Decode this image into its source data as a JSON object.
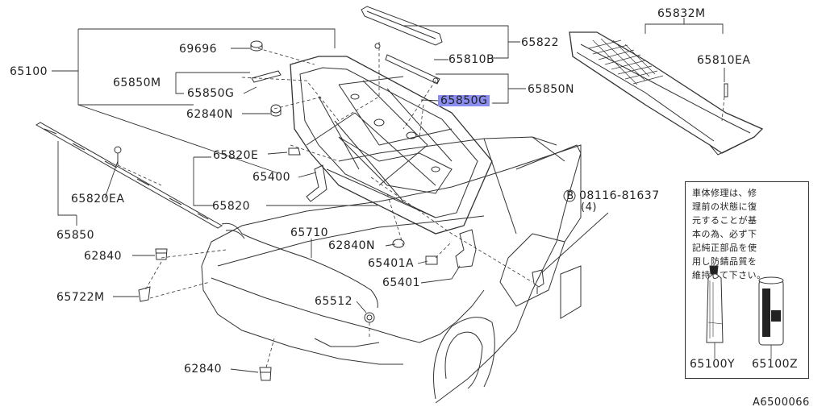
{
  "diagram_id": "A6500066",
  "parts": {
    "p65100": "65100",
    "p69696": "69696",
    "p65850M": "65850M",
    "p65850G_left": "65850G",
    "p62840N_top": "62840N",
    "p65820E": "65820E",
    "p65400": "65400",
    "p65820": "65820",
    "p65820EA": "65820EA",
    "p65850": "65850",
    "p62840_a": "62840",
    "p65722M": "65722M",
    "p65710": "65710",
    "p62840N_mid": "62840N",
    "p65401A": "65401A",
    "p65401": "65401",
    "p65512": "65512",
    "p62840_b": "62840",
    "p65822": "65822",
    "p65810B": "65810B",
    "p65850N": "65850N",
    "p65850G_right": "65850G",
    "p65832M": "65832M",
    "p65810EA": "65810EA",
    "p08116": "08116-81637",
    "p08116_qty": "(4)",
    "p08116_mark": "B",
    "p65100Y": "65100Y",
    "p65100Z": "65100Z"
  },
  "legend": {
    "note": "車体修理は、修\n理前の状態に復\n元することが基\n本の為、必ず下\n記純正部品を使\n用し防錆品質を\n維持して下さい。"
  },
  "highlight": {
    "part": "65850G",
    "color": "#8a8df0"
  }
}
